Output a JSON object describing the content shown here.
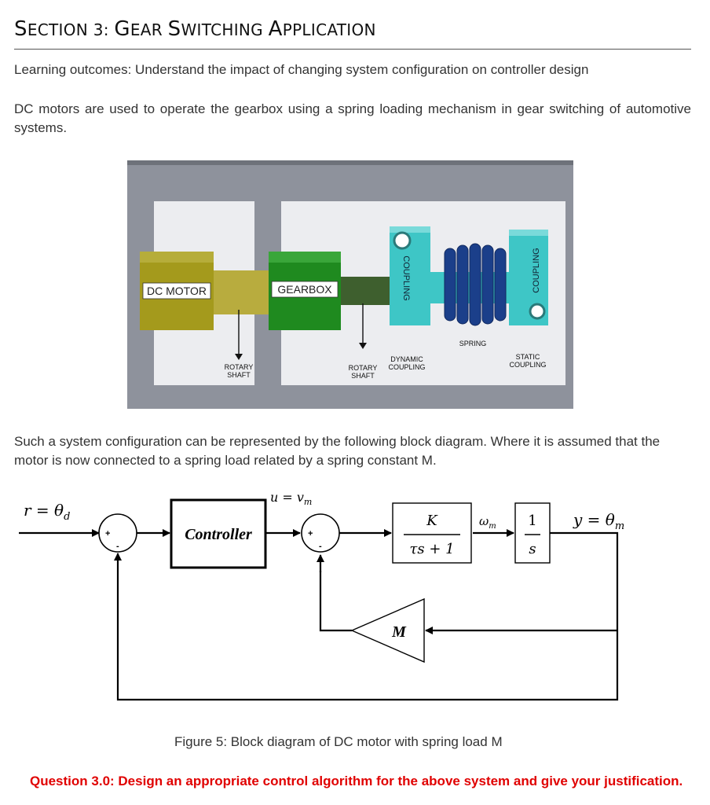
{
  "section": {
    "prefix_cap": "S",
    "prefix_rest": "ECTION 3: ",
    "title_words": [
      {
        "cap": "G",
        "rest": "EAR "
      },
      {
        "cap": "S",
        "rest": "WITCHING "
      },
      {
        "cap": "A",
        "rest": "PPLICATION"
      }
    ]
  },
  "learning_outcomes": "Learning outcomes: Understand the impact of changing system configuration on controller design",
  "intro": "DC motors are used to operate the gearbox using a spring loading mechanism in gear switching of automotive systems.",
  "photo": {
    "dc_motor": "DC MOTOR",
    "gearbox": "GEARBOX",
    "coupling_vertical": "COUPLING",
    "coupling_vertical_2": "COUPLING",
    "spring": "SPRING",
    "rotary_shaft_1": [
      "ROTARY",
      "SHAFT"
    ],
    "rotary_shaft_2": [
      "ROTARY",
      "SHAFT"
    ],
    "dynamic_coupling": [
      "DYNAMIC",
      "COUPLING"
    ],
    "static_coupling": [
      "STATIC",
      "COUPLING"
    ]
  },
  "description": "Such a system configuration can be represented by the following block diagram. Where it is assumed that the motor is now connected to a spring load related by a spring constant M.",
  "block_diagram": {
    "input_label": "r = θ",
    "input_sub": "d",
    "controller": "Controller",
    "u_label": "u = v",
    "u_sub": "m",
    "tf_num": "K",
    "tf_den": "τs + 1",
    "omega": "ω",
    "omega_sub": "m",
    "int_num": "1",
    "int_den": "s",
    "output_label": "y = θ",
    "output_sub": "m",
    "gain": "M",
    "plus": "+",
    "minus": "-"
  },
  "caption": "Figure 5: Block diagram of DC motor with spring load M",
  "question": "Question 3.0: Design an appropriate control algorithm for the above system and give your justification."
}
